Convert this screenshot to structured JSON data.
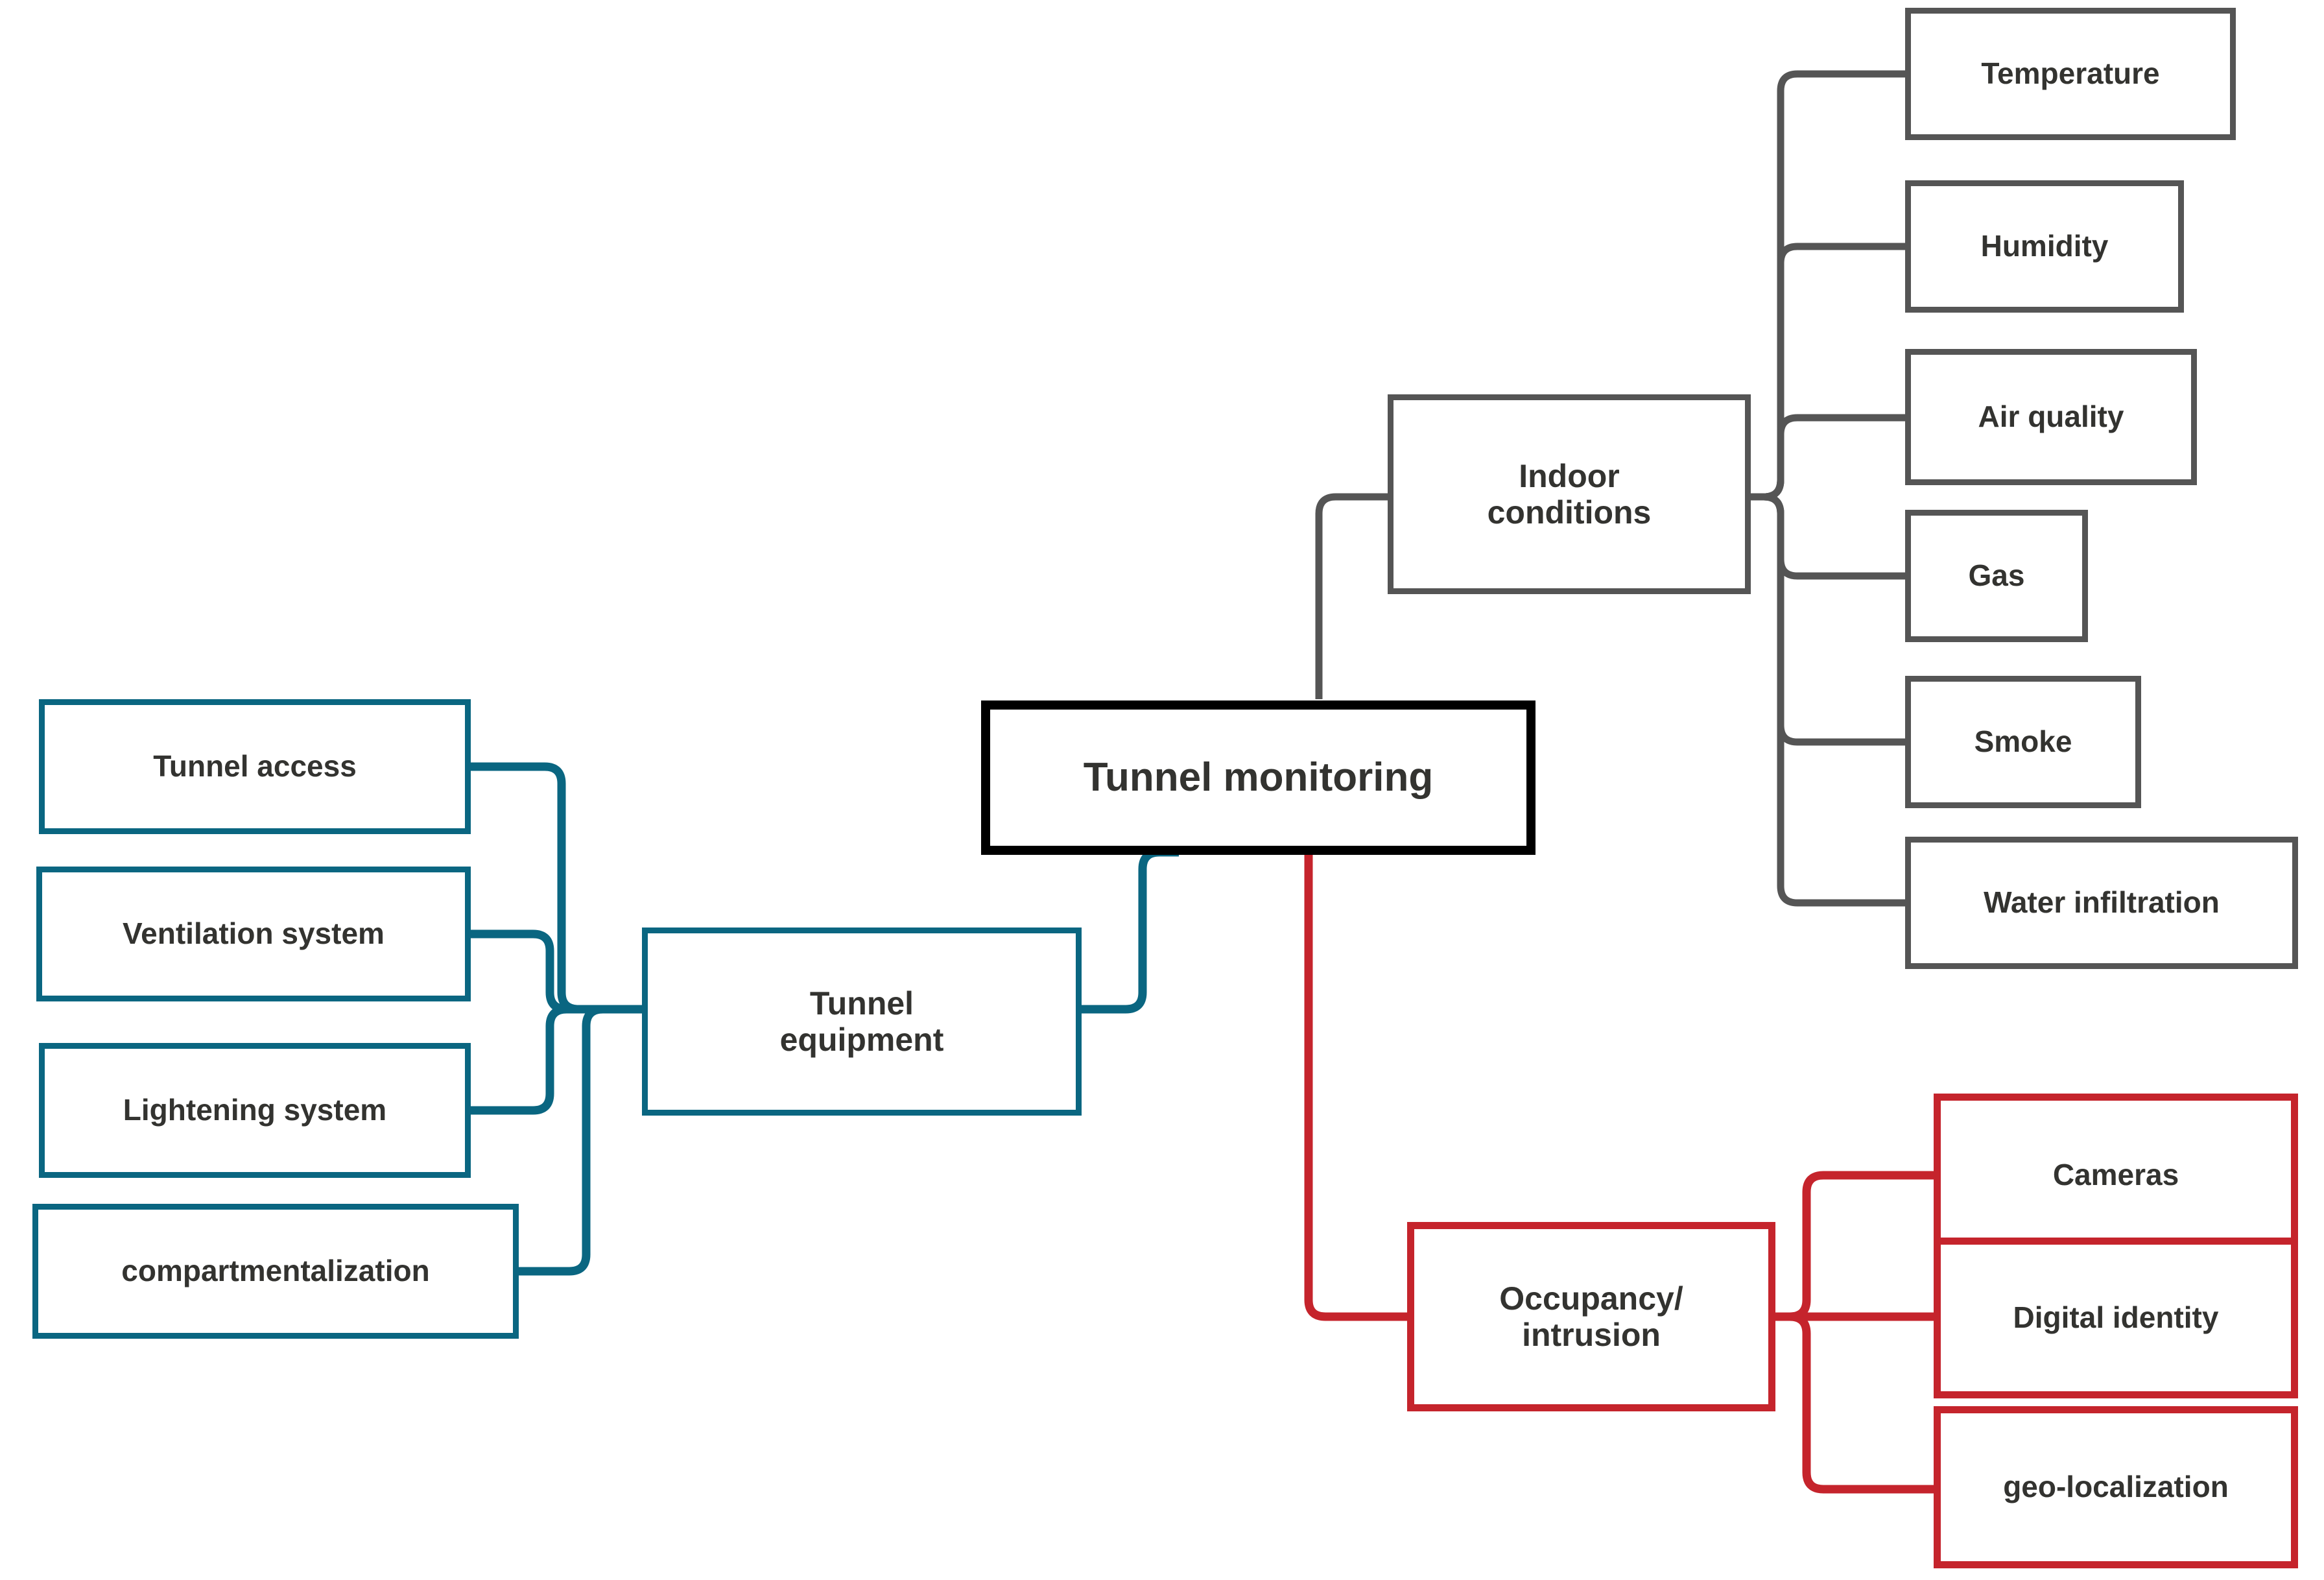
{
  "diagram": {
    "title": "Tunnel monitoring",
    "type": "mind-map",
    "colors": {
      "teal": "#0a6681",
      "gray": "#555555",
      "red": "#c5242c",
      "black": "#000000",
      "text": "#333330",
      "background": "#ffffff"
    },
    "root": {
      "label": "Tunnel monitoring"
    },
    "branches": [
      {
        "id": "equipment",
        "color": "#0a6681",
        "hub": {
          "label": "Tunnel\nequipment",
          "line1": "Tunnel",
          "line2": "equipment"
        },
        "side": "left",
        "children": [
          {
            "label": "Tunnel access"
          },
          {
            "label": "Ventilation system"
          },
          {
            "label": "Lightening system"
          },
          {
            "label": "compartmentalization"
          }
        ]
      },
      {
        "id": "indoor",
        "color": "#555555",
        "hub": {
          "label": "Indoor\nconditions",
          "line1": "Indoor",
          "line2": "conditions"
        },
        "side": "right",
        "children": [
          {
            "label": "Temperature"
          },
          {
            "label": "Humidity"
          },
          {
            "label": "Air quality"
          },
          {
            "label": "Gas"
          },
          {
            "label": "Smoke"
          },
          {
            "label": "Water infiltration"
          }
        ]
      },
      {
        "id": "occupancy",
        "color": "#c5242c",
        "hub": {
          "label": "Occupancy/\nintrusion",
          "line1": "Occupancy/",
          "line2": "intrusion"
        },
        "side": "right",
        "children": [
          {
            "label": "Cameras"
          },
          {
            "label": "Digital identity"
          },
          {
            "label": "geo-localization"
          }
        ]
      }
    ]
  }
}
